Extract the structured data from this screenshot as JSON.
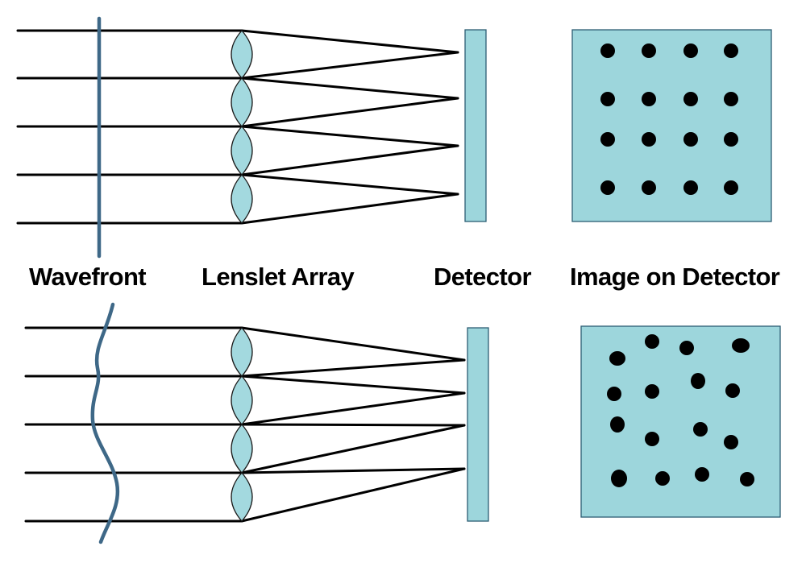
{
  "labels": {
    "wavefront": "Wavefront",
    "lenslet_array": "Lenslet Array",
    "detector": "Detector",
    "image_on_detector": "Image on Detector"
  },
  "colors": {
    "lens_fill": "#a3d9df",
    "detector_fill": "#9dd6dc",
    "wavefront_line": "#3e6887",
    "ray": "#000000",
    "spot": "#000000"
  },
  "panels": [
    {
      "id": "flat",
      "wavefront_shape": "planar",
      "spot_pattern": "regular-grid"
    },
    {
      "id": "aberrated",
      "wavefront_shape": "distorted",
      "spot_pattern": "shifted-spots"
    }
  ]
}
